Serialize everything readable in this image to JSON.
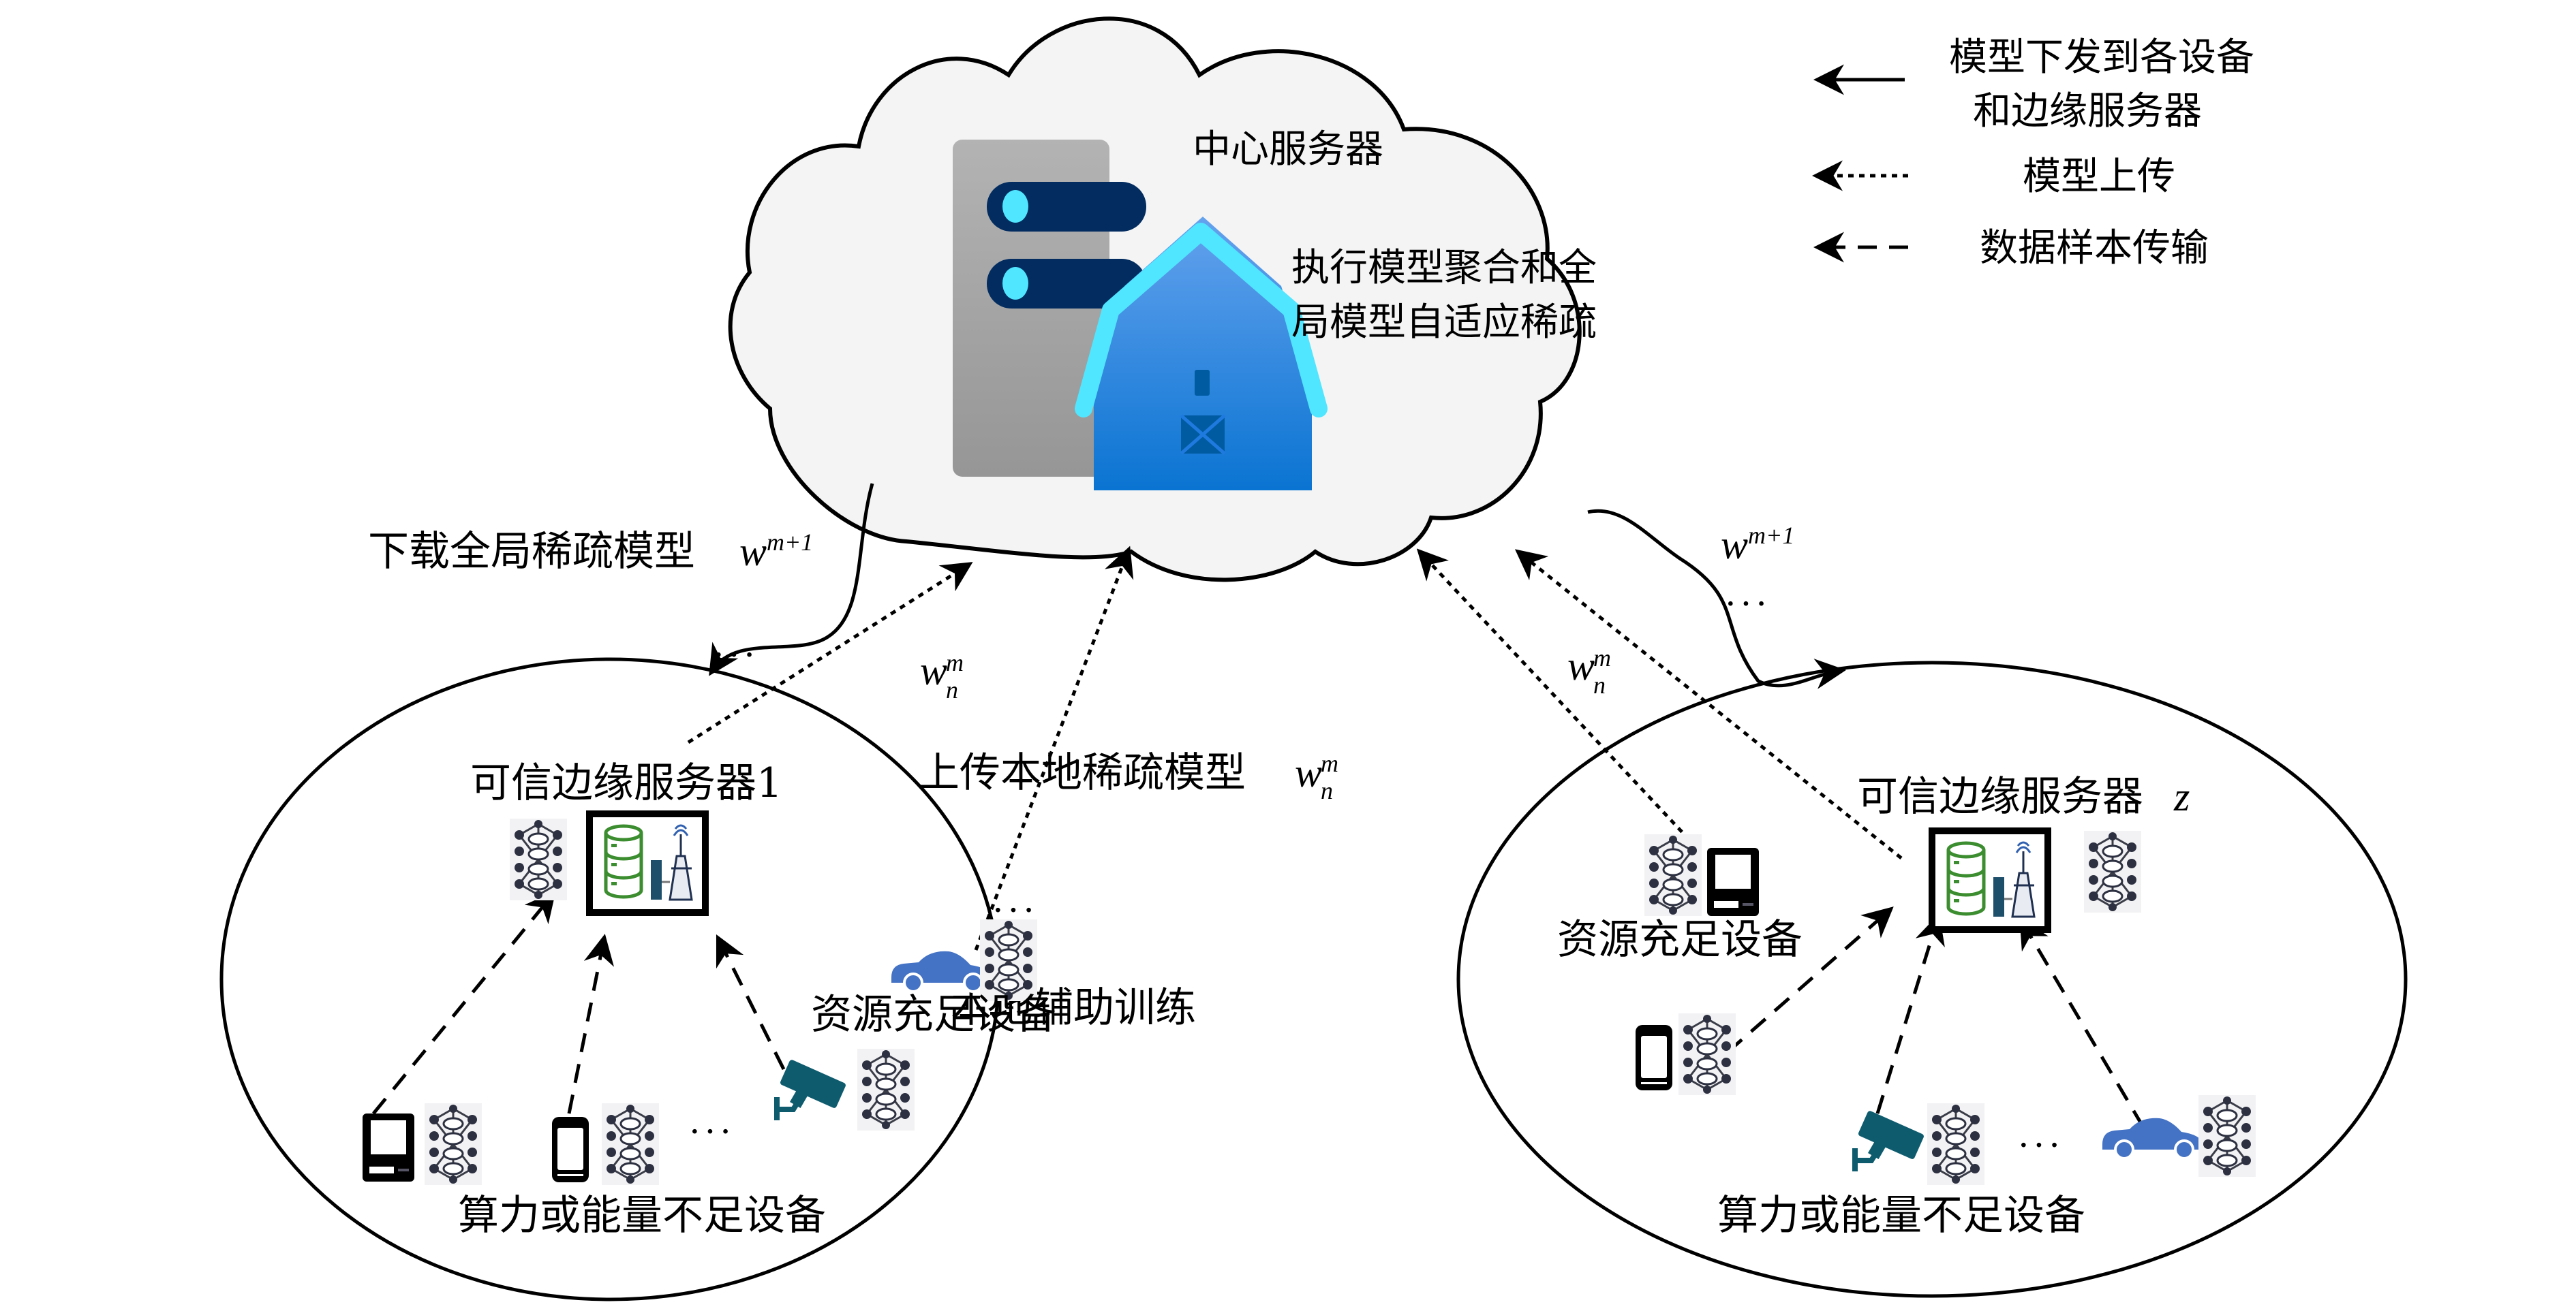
{
  "legend": {
    "items": [
      {
        "style": "solid",
        "label_line1": "模型下发到各设备",
        "label_line2": "和边缘服务器"
      },
      {
        "style": "dotted",
        "label_line1": "模型上传"
      },
      {
        "style": "dashed",
        "label_line1": "数据样本传输"
      }
    ]
  },
  "cloud": {
    "title": "中心服务器",
    "desc_line1": "执行模型聚合和全",
    "desc_line2": "局模型自适应稀疏",
    "colors": {
      "fill": "#f4f4f4",
      "server_gray": "#a6a6a6",
      "pill": "#032d60",
      "led": "#50e6ff",
      "barn_top": "#5ea0ef",
      "barn_bottom": "#0078d4",
      "roof": "#50e6ff"
    }
  },
  "annotations": {
    "download_label": "下载全局稀疏模型",
    "download_math": "w",
    "download_sup": "m+1",
    "right_download_math": "w",
    "right_download_sup": "m+1",
    "upload_label": "上传本地稀疏模型",
    "upload_math": "w",
    "upload_sup": "m",
    "upload_sub": "n",
    "wn_left_math": "w",
    "wn_left_sup": "m",
    "wn_left_sub": "n",
    "wn_right_math": "w",
    "wn_right_sup": "m",
    "wn_right_sub": "n",
    "ellipsis": "···",
    "middle_label": "本地辅助训练"
  },
  "edge_left": {
    "title": "可信边缘服务器1",
    "rich_device_label": "资源充足设备",
    "poor_device_label": "算力或能量不足设备",
    "devices": [
      "computer-icon",
      "phone-icon",
      "camera-icon",
      "car-icon"
    ]
  },
  "edge_right": {
    "title": "可信边缘服务器",
    "title_math": "z",
    "rich_device_label": "资源充足设备",
    "poor_device_label": "算力或能量不足设备",
    "devices": [
      "computer-icon",
      "phone-icon",
      "camera-icon",
      "car-icon"
    ]
  },
  "colors": {
    "db_green": "#3c8d2f",
    "camera_teal": "#0e5b6e",
    "car_blue": "#4472c4"
  }
}
